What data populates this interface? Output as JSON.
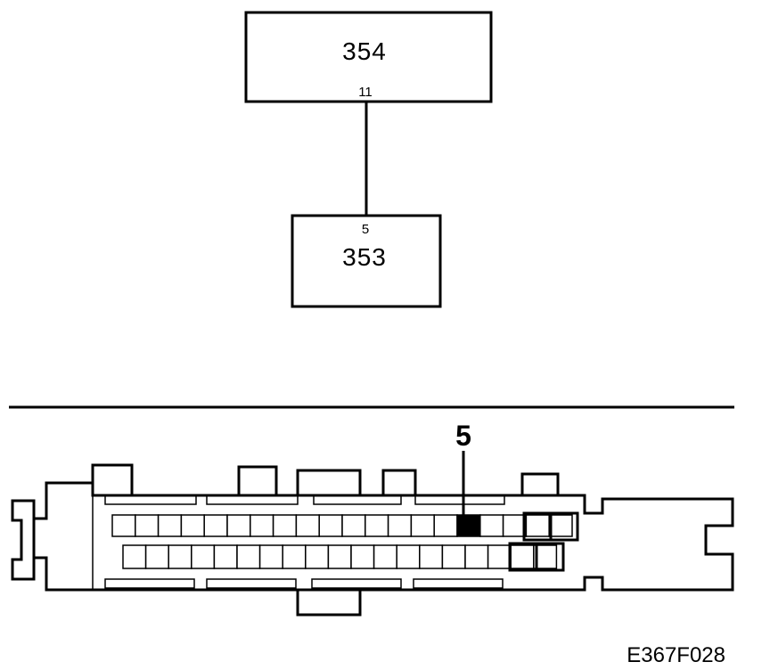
{
  "components": [
    {
      "id": "354",
      "label": "354",
      "pin": "11"
    },
    {
      "id": "353",
      "label": "353",
      "pin": "5"
    }
  ],
  "connector": {
    "callout": "5",
    "row1_cells": 20,
    "row2_cells": 19,
    "highlighted_row": 1,
    "highlighted_index": 15
  },
  "reference_code": "E367F028"
}
